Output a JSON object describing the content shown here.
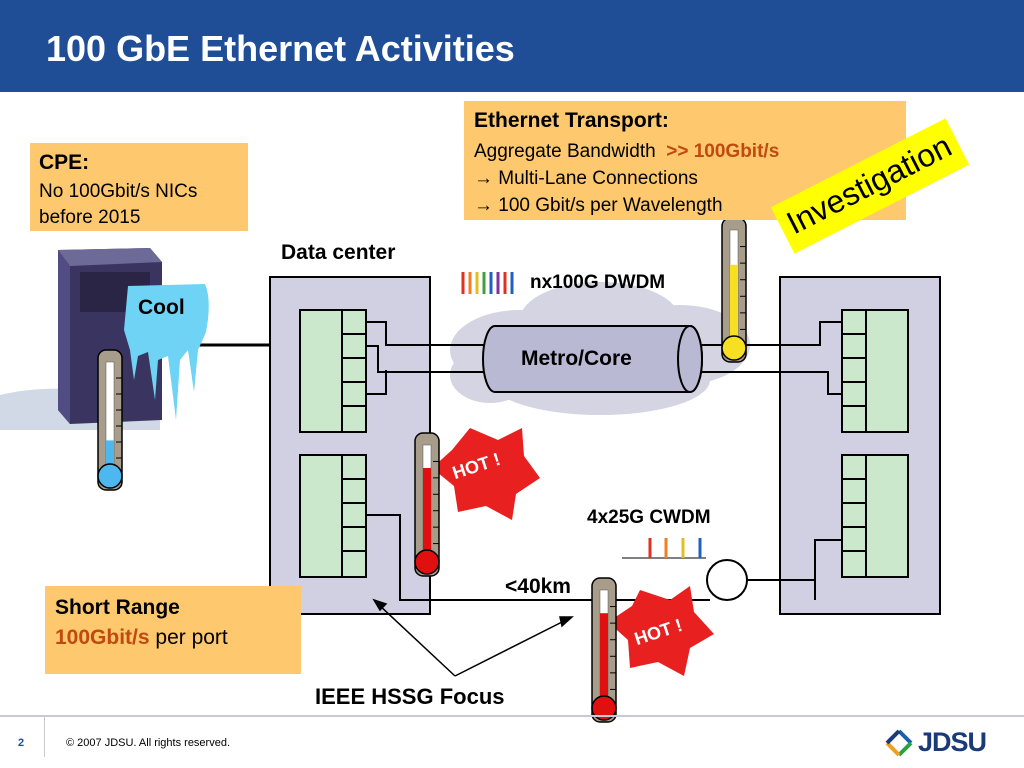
{
  "slide": {
    "title": "100 GbE Ethernet Activities",
    "page_number": "2",
    "copyright": "© 2007 JDSU. All rights reserved.",
    "logo_text": "JDSU"
  },
  "cpe": {
    "heading": "CPE:",
    "line1": "No 100Gbit/s NICs",
    "line2": "before 2015"
  },
  "transport": {
    "heading": "Ethernet Transport",
    "colon": ":",
    "line1_prefix": "Aggregate Bandwidth",
    "line1_highlight": ">> 100Gbit/s",
    "line2": "→ Multi-Lane Connections",
    "line3": "→ 100 Gbit/s per Wavelength"
  },
  "investigation_label": "Investigation",
  "short_range": {
    "heading": "Short Range",
    "highlight": "100Gbit/s",
    "suffix": "per port"
  },
  "labels": {
    "data_center": "Data center",
    "dwdm": "nx100G DWDM",
    "metro_core": "Metro/Core",
    "cwdm": "4x25G CWDM",
    "distance": "<40km",
    "ieee_focus": "IEEE HSSG Focus",
    "cool": "Cool",
    "hot1": "HOT !",
    "hot2": "HOT !"
  },
  "thermometers": [
    {
      "name": "cpe",
      "level": 0.3,
      "color": "#4db8f0"
    },
    {
      "name": "transport",
      "level": 0.7,
      "color": "#f7e021"
    },
    {
      "name": "data-center",
      "level": 0.8,
      "color": "#e01010"
    },
    {
      "name": "short-range",
      "level": 0.8,
      "color": "#e01010"
    }
  ],
  "colors": {
    "header": "#1f4e96",
    "callout_box": "#fdc86e",
    "highlight_text": "#c04a10",
    "investigation_tag": "#ffff00",
    "datacenter_fill": "#d0d0e2",
    "port_fill": "#cce8cc",
    "hot_burst": "#e82020",
    "cool_ice": "#6fd3f5"
  }
}
